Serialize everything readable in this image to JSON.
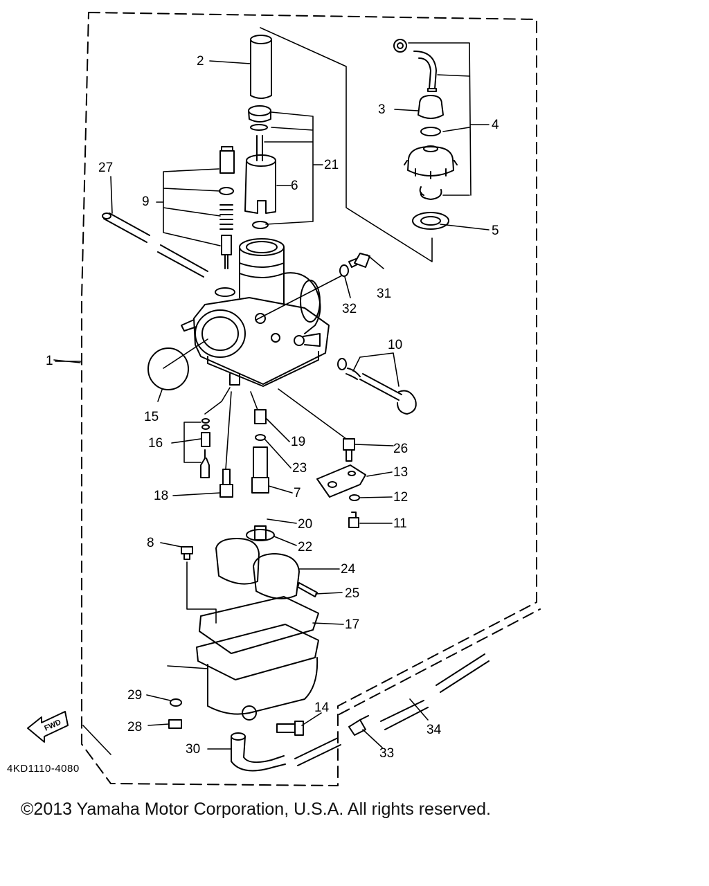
{
  "diagram_code": "4KD1110-4080",
  "fwd_label": "FWD",
  "copyright": "©2013 Yamaha Motor Corporation, U.S.A. All rights reserved.",
  "callouts": [
    "1",
    "2",
    "3",
    "4",
    "5",
    "6",
    "7",
    "8",
    "9",
    "10",
    "11",
    "12",
    "13",
    "14",
    "15",
    "16",
    "17",
    "18",
    "19",
    "20",
    "21",
    "22",
    "23",
    "24",
    "25",
    "26",
    "27",
    "28",
    "29",
    "30",
    "31",
    "32",
    "33",
    "34"
  ],
  "colors": {
    "ink": "#000000",
    "background": "#ffffff"
  }
}
